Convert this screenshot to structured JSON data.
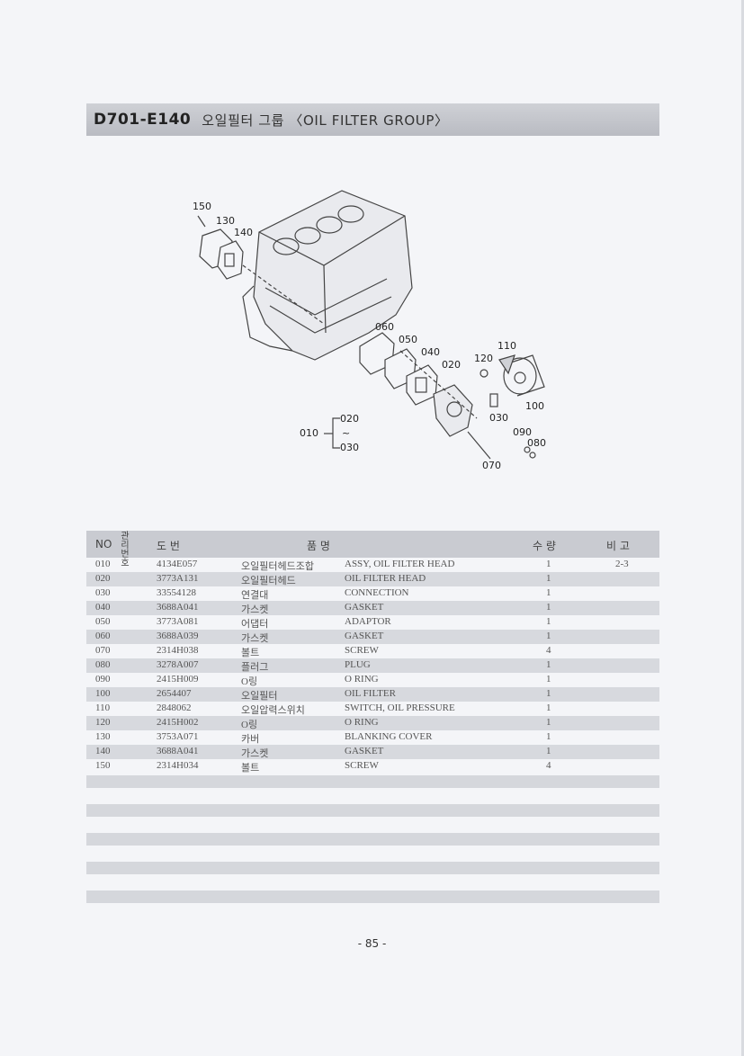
{
  "header": {
    "code": "D701-E140",
    "title": "오일필터 그룹 〈OIL  FILTER  GROUP〉"
  },
  "diagram": {
    "labels": [
      "150",
      "130",
      "140",
      "060",
      "050",
      "040",
      "020",
      "120",
      "110",
      "100",
      "030",
      "090",
      "080",
      "070",
      "010",
      "020",
      "~",
      "030"
    ]
  },
  "table": {
    "headers": {
      "no": "NO",
      "kwanri": "관리번호",
      "part_no": "도   번",
      "name": "품                    명",
      "qty": "수   량",
      "remarks": "비   고"
    },
    "rows": [
      {
        "no": "010",
        "part": "4134E057",
        "kor": "오일필터헤드조합",
        "eng": "ASSY, OIL FILTER HEAD",
        "qty": "1",
        "rem": "2-3"
      },
      {
        "no": "020",
        "part": "3773A131",
        "kor": "오일필터헤드",
        "eng": "OIL FILTER HEAD",
        "qty": "1",
        "rem": ""
      },
      {
        "no": "030",
        "part": "33554128",
        "kor": "연결대",
        "eng": "CONNECTION",
        "qty": "1",
        "rem": ""
      },
      {
        "no": "040",
        "part": "3688A041",
        "kor": "가스켓",
        "eng": "GASKET",
        "qty": "1",
        "rem": ""
      },
      {
        "no": "050",
        "part": "3773A081",
        "kor": "어댑터",
        "eng": "ADAPTOR",
        "qty": "1",
        "rem": ""
      },
      {
        "no": "060",
        "part": "3688A039",
        "kor": "가스켓",
        "eng": "GASKET",
        "qty": "1",
        "rem": ""
      },
      {
        "no": "070",
        "part": "2314H038",
        "kor": "볼트",
        "eng": "SCREW",
        "qty": "4",
        "rem": ""
      },
      {
        "no": "080",
        "part": "3278A007",
        "kor": "플러그",
        "eng": "PLUG",
        "qty": "1",
        "rem": ""
      },
      {
        "no": "090",
        "part": "2415H009",
        "kor": "O링",
        "eng": "O RING",
        "qty": "1",
        "rem": ""
      },
      {
        "no": "100",
        "part": "2654407",
        "kor": "오일필터",
        "eng": "OIL FILTER",
        "qty": "1",
        "rem": ""
      },
      {
        "no": "110",
        "part": "2848062",
        "kor": "오일압력스위치",
        "eng": "SWITCH, OIL PRESSURE",
        "qty": "1",
        "rem": ""
      },
      {
        "no": "120",
        "part": "2415H002",
        "kor": "O링",
        "eng": "O RING",
        "qty": "1",
        "rem": ""
      },
      {
        "no": "130",
        "part": "3753A071",
        "kor": "카버",
        "eng": "BLANKING COVER",
        "qty": "1",
        "rem": ""
      },
      {
        "no": "140",
        "part": "3688A041",
        "kor": "가스켓",
        "eng": "GASKET",
        "qty": "1",
        "rem": ""
      },
      {
        "no": "150",
        "part": "2314H034",
        "kor": "볼트",
        "eng": "SCREW",
        "qty": "4",
        "rem": ""
      }
    ]
  },
  "footer": {
    "page": "- 85 -"
  }
}
